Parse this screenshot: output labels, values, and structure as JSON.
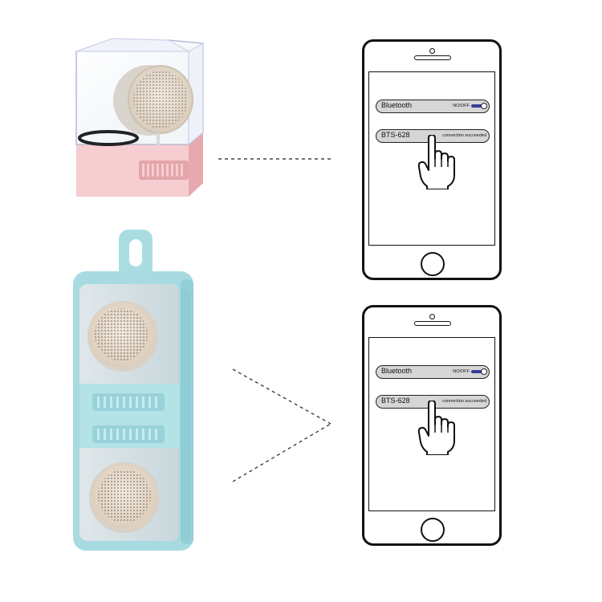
{
  "phones": [
    {
      "bluetooth_label": "Bluetooth",
      "toggle_label": "NO/OFF",
      "device_name": "BTS-628",
      "status_text": "connection succeeded"
    },
    {
      "bluetooth_label": "Bluetooth",
      "toggle_label": "NO/OFF",
      "device_name": "BTS-628",
      "status_text": "connection succeeded"
    }
  ],
  "colors": {
    "pink_base": "#f4c7c9",
    "blue_case": "#a9dde2",
    "speaker_grille": "#ece1d4",
    "toggle_track": "#3a3a9a"
  },
  "icons": {
    "pointer": "pointing-hand-icon"
  }
}
